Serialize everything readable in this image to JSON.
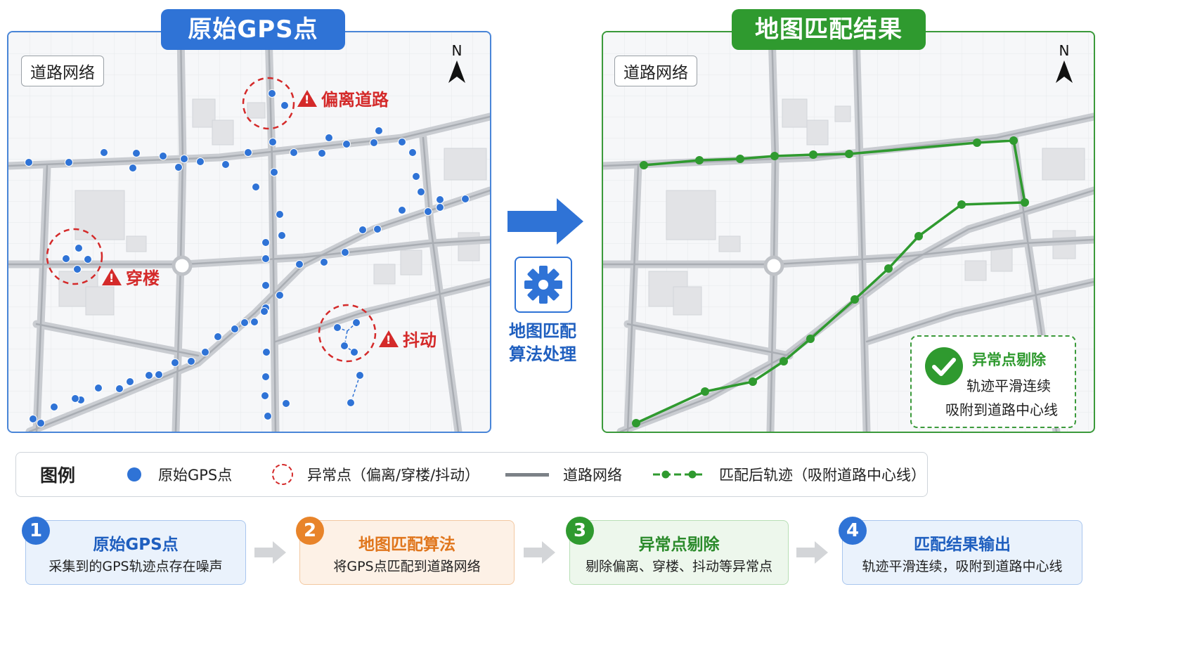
{
  "left_panel": {
    "title": "原始GPS点",
    "road_label": "道路网络",
    "north_label": "N",
    "warnings": [
      "偏离道路",
      "穿楼",
      "抖动"
    ]
  },
  "middle": {
    "algo_label_line1": "地图匹配",
    "algo_label_line2": "算法处理"
  },
  "right_panel": {
    "title": "地图匹配结果",
    "road_label": "道路网络",
    "north_label": "N",
    "result_lines": [
      "异常点剔除",
      "轨迹平滑连续",
      "吸附到道路中心线"
    ]
  },
  "legend": {
    "title": "图例",
    "items": [
      "原始GPS点",
      "异常点（偏离/穿楼/抖动）",
      "道路网络",
      "匹配后轨迹（吸附道路中心线）"
    ]
  },
  "steps": [
    {
      "num": "1",
      "title": "原始GPS点",
      "desc": "采集到的GPS轨迹点存在噪声"
    },
    {
      "num": "2",
      "title": "地图匹配算法",
      "desc": "将GPS点匹配到道路网络"
    },
    {
      "num": "3",
      "title": "异常点剔除",
      "desc": "剔除偏离、穿楼、抖动等异常点"
    },
    {
      "num": "4",
      "title": "匹配结果输出",
      "desc": "轨迹平滑连续，吸附到道路中心线"
    }
  ],
  "colors": {
    "blue": "#2f73d6",
    "green": "#2f9a2f",
    "orange": "#e8842a",
    "red": "#d42a2a",
    "road": "#c9ccd1"
  }
}
